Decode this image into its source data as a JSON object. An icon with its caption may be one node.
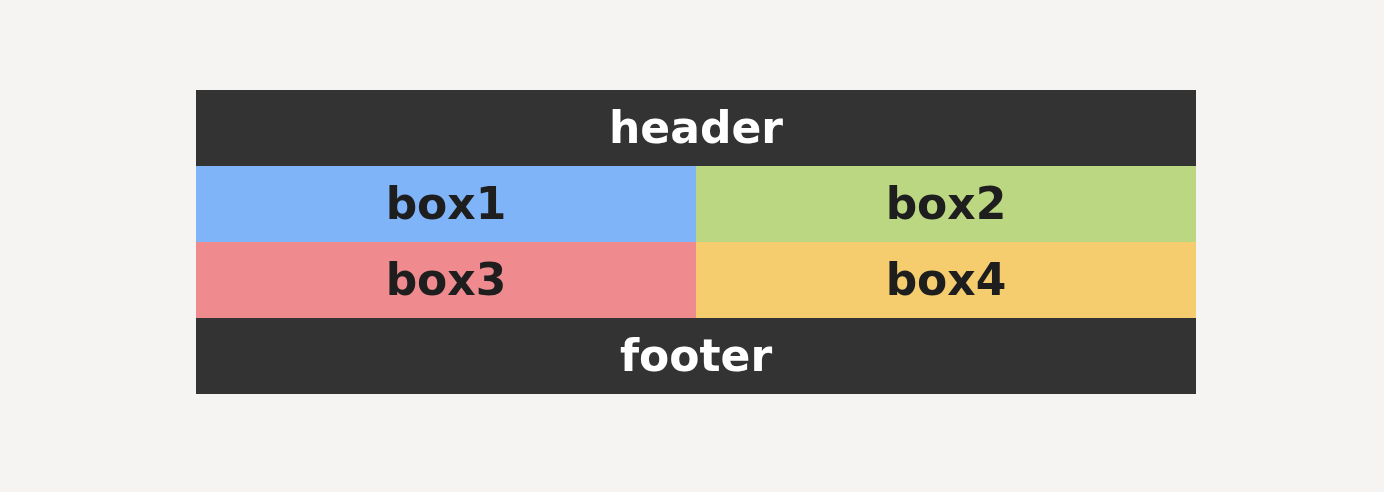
{
  "diagram": {
    "nodes": [
      {
        "text": [
          "header"
        ]
      },
      {
        "text": [
          "box1"
        ]
      },
      {
        "text": [
          "box2"
        ]
      },
      {
        "text": [
          "box3"
        ]
      },
      {
        "text": [
          "box4"
        ]
      },
      {
        "text": [
          "footer"
        ]
      }
    ]
  }
}
